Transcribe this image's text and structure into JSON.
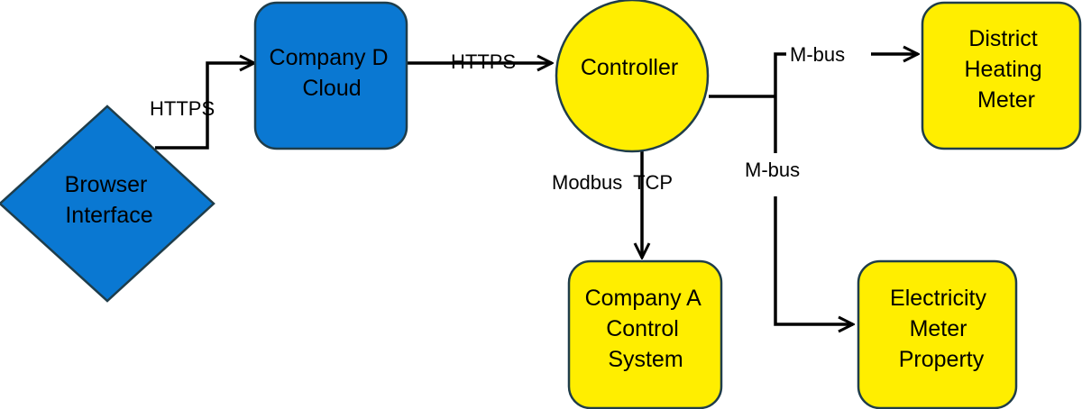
{
  "colors": {
    "blue_fill": "#0a78d2",
    "yellow_fill": "#ffee00",
    "outline": "#1f3d4a",
    "line": "#000000"
  },
  "nodes": {
    "browser": {
      "shape": "diamond",
      "lines": [
        "Browser",
        "Interface"
      ]
    },
    "cloud": {
      "shape": "rounded-rect",
      "lines": [
        "Company D",
        "Cloud"
      ]
    },
    "controller": {
      "shape": "circle",
      "lines": [
        "Controller"
      ]
    },
    "district_meter": {
      "shape": "rounded-rect",
      "lines": [
        "District",
        "Heating",
        "Meter"
      ]
    },
    "control_system": {
      "shape": "rounded-rect",
      "lines": [
        "Company A",
        "Control",
        "System"
      ]
    },
    "electricity_meter": {
      "shape": "rounded-rect",
      "lines": [
        "Electricity",
        "Meter",
        "Property"
      ]
    }
  },
  "edges": {
    "browser_to_cloud": "HTTPS",
    "cloud_to_controller": "HTTPS",
    "controller_to_district": "M-bus",
    "controller_to_electricity": "M-bus",
    "controller_to_control_system": "Modbus  TCP"
  }
}
